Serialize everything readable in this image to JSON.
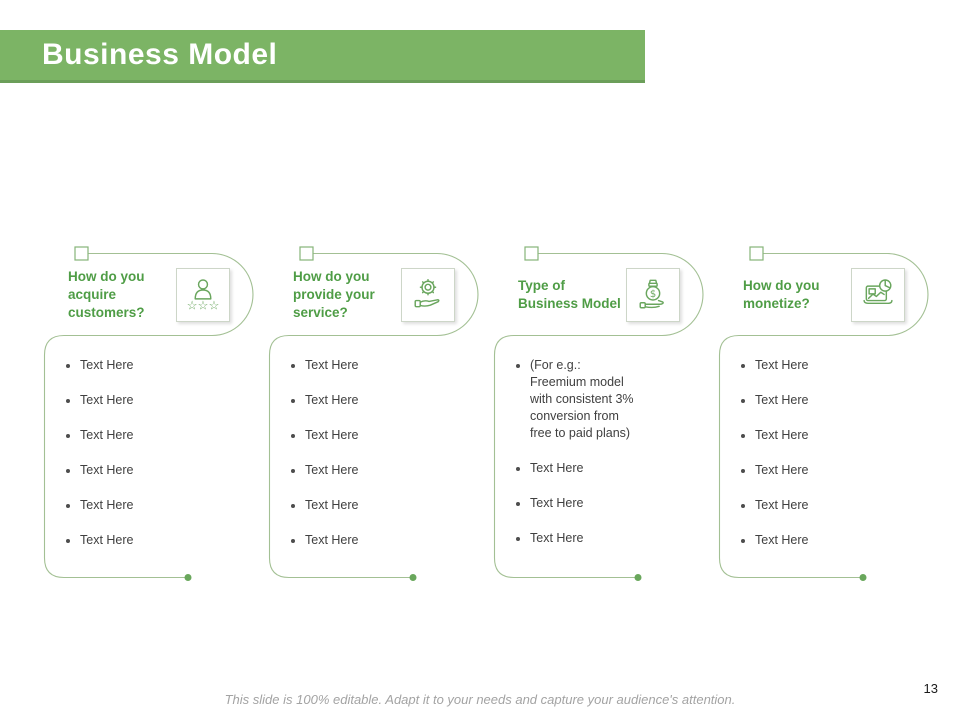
{
  "slide": {
    "title": "Business Model",
    "page_number": "13",
    "footer_note": "This slide is 100% editable. Adapt it to your needs and capture your audience's attention."
  },
  "colors": {
    "banner_green": "#7cb465",
    "heading_green": "#4f9d46",
    "outline_green": "#a3c094",
    "icon_green": "#6aa65e",
    "body_text": "#404040",
    "footer_gray": "#a3a3a3"
  },
  "columns": [
    {
      "heading": "How do you acquire customers?",
      "icon": "person-stars-icon",
      "items": [
        "Text Here",
        "Text Here",
        "Text Here",
        "Text Here",
        "Text Here",
        "Text Here"
      ]
    },
    {
      "heading": "How do you provide your service?",
      "icon": "hand-gear-icon",
      "items": [
        "Text Here",
        "Text Here",
        "Text Here",
        "Text Here",
        "Text Here",
        "Text Here"
      ]
    },
    {
      "heading": "Type of Business Model",
      "icon": "money-bag-icon",
      "items": [
        "(For e.g.: Freemium model with consistent 3% conversion from free to paid plans)",
        "Text Here",
        "Text Here",
        "Text Here"
      ]
    },
    {
      "heading": "How do you monetize?",
      "icon": "chart-report-icon",
      "items": [
        "Text Here",
        "Text Here",
        "Text Here",
        "Text Here",
        "Text Here",
        "Text Here"
      ]
    }
  ]
}
